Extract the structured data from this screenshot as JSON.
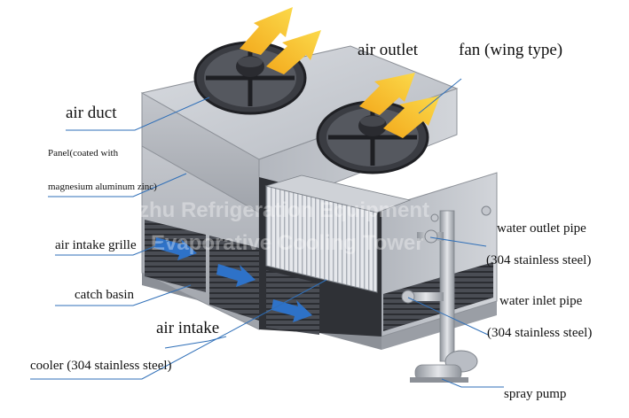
{
  "labels": {
    "air_duct": "air  duct",
    "air_outlet": "air outlet",
    "fan": "fan (wing type)",
    "panel_line1": "Panel(coated with",
    "panel_line2": "magnesium aluminum zinc)",
    "air_intake_grille": "air intake grille",
    "catch_basin": "catch basin",
    "air_intake": "air intake",
    "cooler": "cooler (304 stainless steel)",
    "water_outlet_pipe": "water outlet pipe",
    "water_outlet_material": "(304 stainless steel)",
    "water_inlet_pipe": "water inlet pipe",
    "water_inlet_material": "(304 stainless steel)",
    "spray_pump": "spray pump"
  },
  "watermark": {
    "line1": "Liuzhu Refrigeration Equipment",
    "line2": "Evaporative Cooling Tower"
  },
  "colors": {
    "arrow_yellow": "#f6c22a",
    "intake_blue": "#2e72c8",
    "leader_blue": "#2f6fb8",
    "panel_light": "#c9ccd2",
    "panel_mid": "#aeb2b9",
    "panel_dark": "#2a2c31"
  }
}
